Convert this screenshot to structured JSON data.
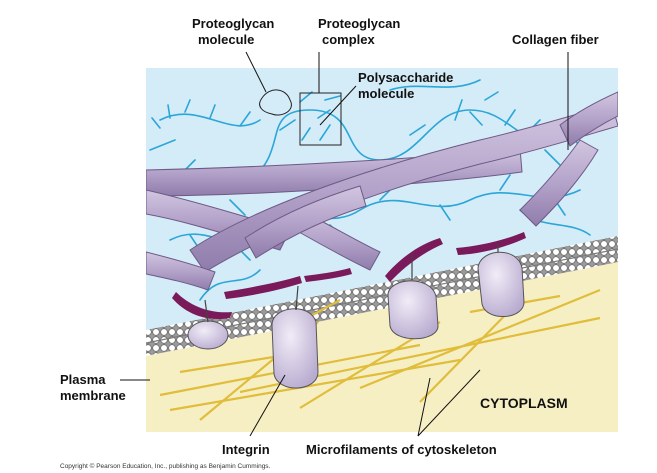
{
  "labels": {
    "proteoglycan_molecule": [
      "Proteoglycan",
      "molecule"
    ],
    "proteoglycan_complex": [
      "Proteoglycan",
      "complex"
    ],
    "collagen_fiber": "Collagen fiber",
    "polysaccharide_molecule": [
      "Polysaccharide",
      "molecule"
    ],
    "plasma_membrane": [
      "Plasma",
      "membrane"
    ],
    "cytoplasm": "CYTOPLASM",
    "integrin": "Integrin",
    "microfilaments": "Microfilaments of cytoskeleton"
  },
  "copyright": "Copyright © Pearson Education, Inc., publishing as Benjamin Cummings.",
  "colors": {
    "ecm": "#d4ecf7",
    "cytoplasm": "#f7efc4",
    "collagen": "#b7a6cc",
    "collagen_edge": "#6d5a86",
    "proteoglycan": "#2aa6d8",
    "fibronectin": "#7a1a5a",
    "integrin": "#d9d0e6",
    "microfilament": "#e3c24a",
    "lipid_head": "#ffffff"
  }
}
